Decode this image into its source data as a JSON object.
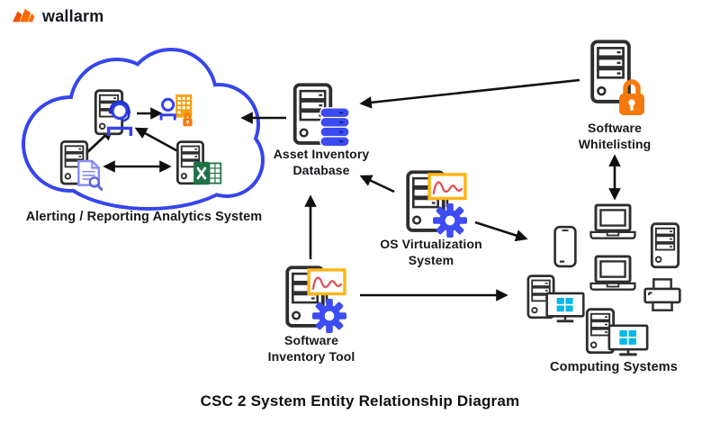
{
  "brand": {
    "logo_text": "wallarm"
  },
  "title": "CSC 2 System Entity Relationship Diagram",
  "nodes": {
    "alerting": {
      "label": "Alerting / Reporting Analytics System"
    },
    "asset_db": {
      "label": "Asset Inventory\nDatabase"
    },
    "whitelisting": {
      "label": "Software\nWhitelisting"
    },
    "os_virt": {
      "label": "OS Virtualization\nSystem"
    },
    "sw_inv": {
      "label": "Software\nInventory Tool"
    },
    "computing": {
      "label": "Computing Systems"
    }
  },
  "edges": [
    {
      "from": "asset-inventory-database",
      "to": "alerting-reporting-analytics",
      "direction": "one-way"
    },
    {
      "from": "software-whitelisting",
      "to": "asset-inventory-database",
      "direction": "one-way"
    },
    {
      "from": "os-virtualization-system",
      "to": "asset-inventory-database",
      "direction": "one-way"
    },
    {
      "from": "os-virtualization-system",
      "to": "computing-systems",
      "direction": "one-way"
    },
    {
      "from": "software-inventory-tool",
      "to": "asset-inventory-database",
      "direction": "one-way"
    },
    {
      "from": "software-inventory-tool",
      "to": "computing-systems",
      "direction": "one-way"
    },
    {
      "from": "software-whitelisting",
      "to": "computing-systems",
      "direction": "two-way"
    },
    {
      "from": "analytics-doc-server",
      "to": "analytics-support-server",
      "direction": "one-way"
    },
    {
      "from": "analytics-excel-server",
      "to": "analytics-support-server",
      "direction": "one-way"
    },
    {
      "from": "analytics-support-server",
      "to": "analytics-user-directory",
      "direction": "one-way"
    },
    {
      "from": "analytics-doc-server",
      "to": "analytics-excel-server",
      "direction": "two-way"
    }
  ],
  "icons": {
    "logo": "wallarm-flame-logo-icon",
    "cloud_nodes": [
      "server-support-agent-icon",
      "user-building-lock-icon",
      "server-document-audit-icon",
      "server-excel-report-icon"
    ],
    "asset_db_badge": "database-cylinder-icon",
    "whitelisting_badge": "padlock-icon",
    "os_virt_badges": [
      "metrics-chart-icon",
      "gear-icon"
    ],
    "sw_inv_badges": [
      "metrics-chart-icon",
      "gear-icon"
    ],
    "computing_devices": [
      "smartphone-icon",
      "laptop-icon",
      "desktop-tower-icon",
      "laptop-icon",
      "printer-icon",
      "windows-desktop-icon",
      "windows-desktop-icon"
    ]
  },
  "colors": {
    "primary_blue": "#3645ec",
    "accent_orange": "#f5790c",
    "logo_orange": "#fc4f00",
    "chart_border_yellow": "#fdb515",
    "chart_line_red": "#e04b52",
    "excel_green": "#1e7145",
    "windows_cyan": "#00b9ea",
    "outline_dark": "#2e2e2e",
    "text_dark": "#17171c",
    "background": "#ffffff"
  }
}
